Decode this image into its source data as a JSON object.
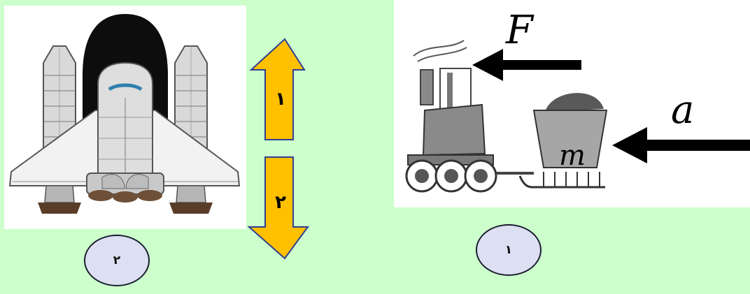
{
  "shuttle_figure": {
    "badge": "٢",
    "arrow_up_label": "١",
    "arrow_down_label": "٢",
    "arrow_color": "#ffc000",
    "arrow_outline": "#2f3f8f"
  },
  "train_figure": {
    "badge": "١",
    "force_label": "F",
    "acceleration_label": "a",
    "mass_label": "m"
  },
  "colors": {
    "background": "#ccffcc",
    "badge_fill": "#dde0f2"
  }
}
